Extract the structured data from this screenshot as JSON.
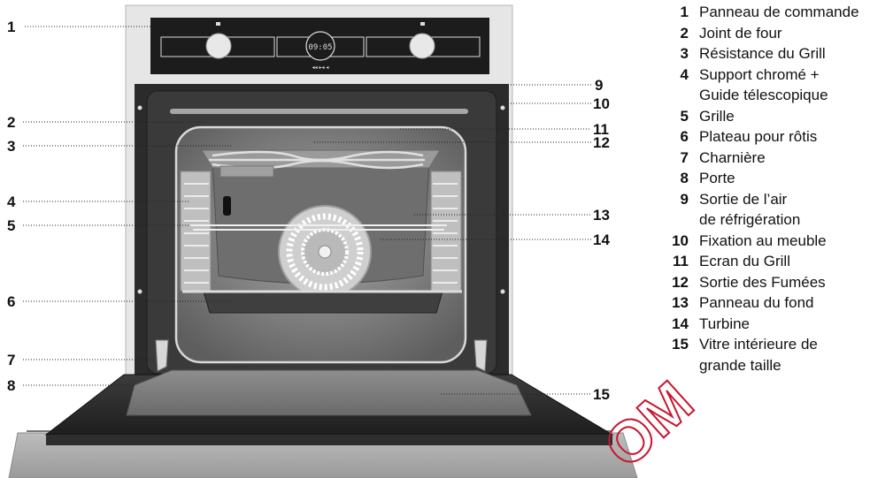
{
  "display_time": "09:05",
  "colors": {
    "frame": "#2b2b2b",
    "cavity": "#8b8b8b",
    "door": "#4a4a4a",
    "watermark": "#c7162e"
  },
  "watermark": "OM",
  "callouts": [
    {
      "number": "1",
      "label": "Panneau de commande"
    },
    {
      "number": "2",
      "label": "Joint de four"
    },
    {
      "number": "3",
      "label": "Résistance du Grill"
    },
    {
      "number": "4",
      "label": "Support chromé +\nGuide télescopique"
    },
    {
      "number": "5",
      "label": "Grille"
    },
    {
      "number": "6",
      "label": "Plateau pour rôtis"
    },
    {
      "number": "7",
      "label": "Charnière"
    },
    {
      "number": "8",
      "label": "Porte"
    },
    {
      "number": "9",
      "label": "Sortie de l’air\nde réfrigération"
    },
    {
      "number": "10",
      "label": "Fixation au meuble"
    },
    {
      "number": "11",
      "label": "Ecran du Grill"
    },
    {
      "number": "12",
      "label": "Sortie des Fumées"
    },
    {
      "number": "13",
      "label": "Panneau du fond"
    },
    {
      "number": "14",
      "label": "Turbine"
    },
    {
      "number": "15",
      "label": "Vitre intérieure de\ngrande taille"
    }
  ]
}
